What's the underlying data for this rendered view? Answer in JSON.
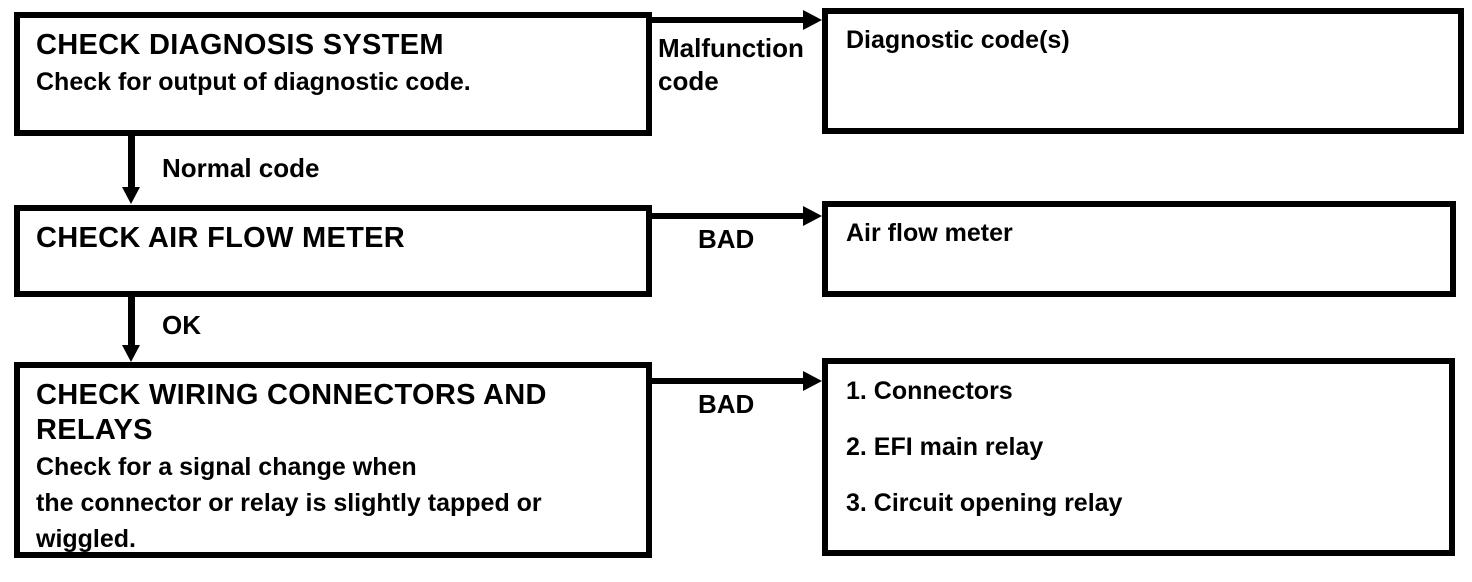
{
  "colors": {
    "ink": "#000000",
    "paper": "#ffffff"
  },
  "flowchart": {
    "steps": [
      {
        "title": "CHECK DIAGNOSIS SYSTEM",
        "description": "Check for output of diagnostic code."
      },
      {
        "title": "CHECK AIR FLOW METER",
        "description": ""
      },
      {
        "title": "CHECK WIRING CONNECTORS AND RELAYS",
        "description": "Check for a signal change when\nthe connector or relay is slightly tapped or\nwiggled."
      }
    ],
    "connectors": [
      {
        "id": "malfunction-code",
        "label": "Malfunction\ncode",
        "direction": "right"
      },
      {
        "id": "normal-code",
        "label": "Normal code",
        "direction": "down"
      },
      {
        "id": "bad-air-flow-meter",
        "label": "BAD",
        "direction": "right"
      },
      {
        "id": "ok",
        "label": "OK",
        "direction": "down"
      },
      {
        "id": "bad-wiring",
        "label": "BAD",
        "direction": "right"
      }
    ],
    "results": [
      {
        "lines": [
          "Diagnostic code(s)"
        ]
      },
      {
        "lines": [
          "Air flow meter"
        ]
      },
      {
        "lines": [
          "1. Connectors",
          "2. EFI main relay",
          "3. Circuit opening relay"
        ]
      }
    ]
  }
}
